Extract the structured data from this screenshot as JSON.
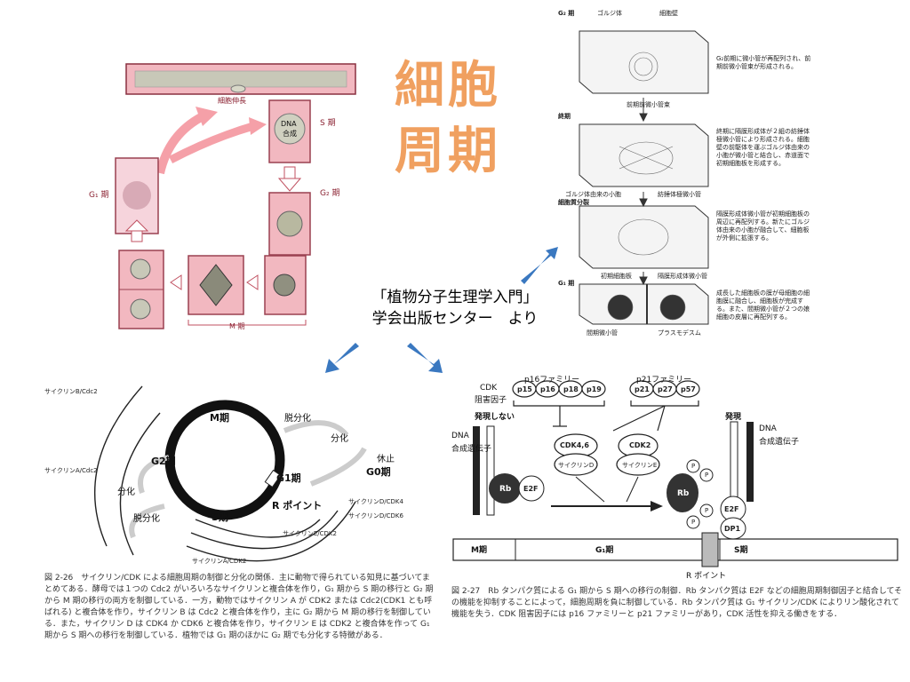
{
  "title": {
    "line1": "細胞",
    "line2": "周期"
  },
  "credit": {
    "line1": "「植物分子生理学入門」",
    "line2": "学会出版センター　より"
  },
  "cycle_diagram": {
    "elongation_label": "細胞伸長",
    "s_phase": "S 期",
    "dna_synthesis_1": "DNA",
    "dna_synthesis_2": "合成",
    "g2_phase": "G₂ 期",
    "g1_phase": "G₁ 期",
    "m_phase": "M 期"
  },
  "cell_wall_diagram": {
    "g2_label": "G₂ 期",
    "golgi": "ゴルジ体",
    "cell_wall": "細胞壁",
    "g2_text": "G₂前期に微小管が再配列され、前期前微小管束が形成される。",
    "preprophase": "前期前微小管束",
    "telophase_label": "終期",
    "telophase_text": "終期に隔膜形成体が２組の紡錘体極微小管により形成される。細胞壁の前駆体を運ぶゴルジ体由来の小胞が微小管と結合し、赤道面で初期細胞板を形成する。",
    "golgi_vesicle": "ゴルジ体由来の小胞",
    "spindle_mt": "紡錘体極微小管",
    "cytokinesis_label": "細胞質分裂",
    "cytokinesis_text": "隔膜形成体微小管が初期細胞板の周辺に再配列する。新たにゴルジ体由来の小胞が融合して、細胞板が外側に拡張する。",
    "early_plate": "初期細胞板",
    "phragmoplast_mt": "隔膜形成体微小管",
    "g1_label": "G₁ 期",
    "g1_text": "成長した細胞板の膜が母細胞の細胞膜に融合し、細胞板が完成する。また、間期微小管が２つの娘細胞の皮層に再配列する。",
    "interphase_mt": "間期微小管",
    "plasmodesma": "プラスモデスム"
  },
  "cdk_cycle": {
    "cyclin_b": "サイクリンB/Cdc2",
    "cyclin_a_cdc2": "サイクリンA/Cdc2",
    "m_phase": "M期",
    "dediff_top": "脱分化",
    "diff_right": "分化",
    "rest": "休止",
    "g0": "G0期",
    "g2": "G2期",
    "g1": "G1期",
    "diff_left": "分化",
    "r_point": "R ポイント",
    "s_phase": "S期",
    "dediff_bottom": "脱分化",
    "cyclin_d4": "サイクリンD/CDK4",
    "cyclin_d6": "サイクリンD/CDK6",
    "cyclin_e": "サイクリンE/CDK2",
    "cyclin_a_cdk2": "サイクリンA/CDK2",
    "caption": "図 2-26　サイクリン/CDK による細胞周期の制御と分化の関係．主に動物で得られている知見に基づいてまとめてある．酵母では１つの Cdc2 がいろいろなサイクリンと複合体を作り，G₁ 期から S 期の移行と G₂ 期から M 期の移行の両方を制御している．一方，動物ではサイクリン A が CDK2 または Cdc2(CDK1 とも呼ばれる) と複合体を作り，サイクリン B は Cdc2 と複合体を作り，主に G₂ 期から M 期の移行を制御している．また，サイクリン D は CDK4 か CDK6 と複合体を作り，サイクリン E は CDK2 と複合体を作って G₁ 期から S 期への移行を制御している．植物では G₁ 期のほかに G₂ 期でも分化する特徴がある．"
  },
  "rb_diagram": {
    "p16_family": "p16ファミリー",
    "p21_family": "p21ファミリー",
    "cdk_inhibitor_1": "CDK",
    "cdk_inhibitor_2": "阻害因子",
    "p15": "p15",
    "p16": "p16",
    "p18": "p18",
    "p19": "p19",
    "p21": "p21",
    "p27": "p27",
    "p57": "p57",
    "no_expression": "発現しない",
    "expression": "発現",
    "dna_gene_left_1": "DNA",
    "dna_gene_left_2": "合成遺伝子",
    "dna_gene_right_1": "DNA",
    "dna_gene_right_2": "合成遺伝子",
    "cdk46": "CDK4,6",
    "cyclin_d": "サイクリンD",
    "cdk2": "CDK2",
    "cyclin_e": "サイクリンE",
    "rb": "Rb",
    "e2f": "E2F",
    "dp1": "DP1",
    "p": "P",
    "m_phase": "M期",
    "g1_phase": "G₁期",
    "s_phase": "S期",
    "r_point": "R ポイント",
    "caption": "図 2-27　Rb タンパク質による G₁ 期から S 期への移行の制御．Rb タンパク質は E2F などの細胞周期制御因子と結合してその機能を抑制することによって，細胞周期を負に制御している．Rb タンパク質は G₁ サイクリン/CDK によりリン酸化されて機能を失う．CDK 阻害因子には p16 ファミリーと p21 ファミリーがあり，CDK 活性を抑える働きをする．"
  },
  "colors": {
    "pink_fill": "#f2b8c0",
    "pink_border": "#b04050",
    "arrow_pink": "#f5a0a8",
    "title_orange": "#f0a060",
    "blue_arrow": "#3a78c0"
  }
}
